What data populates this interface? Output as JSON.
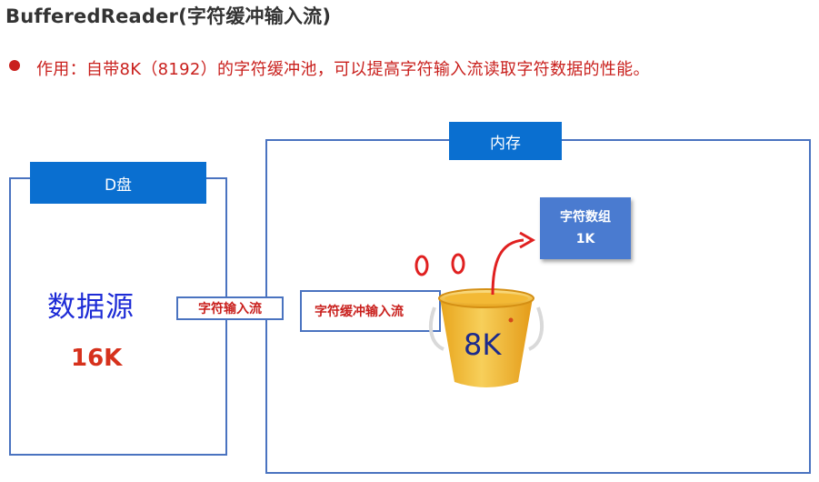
{
  "title": "BufferedReader(字符缓冲输入流)",
  "bullet": {
    "text": "作用：自带8K（8192）的字符缓冲池，可以提高字符输入流读取字符数据的性能。",
    "color": "#c9201d"
  },
  "disk": {
    "tab_label": "D盘",
    "source_label": "数据源",
    "size_label": "16K"
  },
  "memory": {
    "tab_label": "内存",
    "buffer_stream_label": "字符缓冲输入流",
    "bucket_label": "8K",
    "char_array_line1": "字符数组",
    "char_array_line2": "1K"
  },
  "reader_label": "字符输入流",
  "colors": {
    "accent": "#0a6fd0",
    "frame": "#4a73c0",
    "red": "#c9201d",
    "hand_blue": "#1d2bd6"
  }
}
